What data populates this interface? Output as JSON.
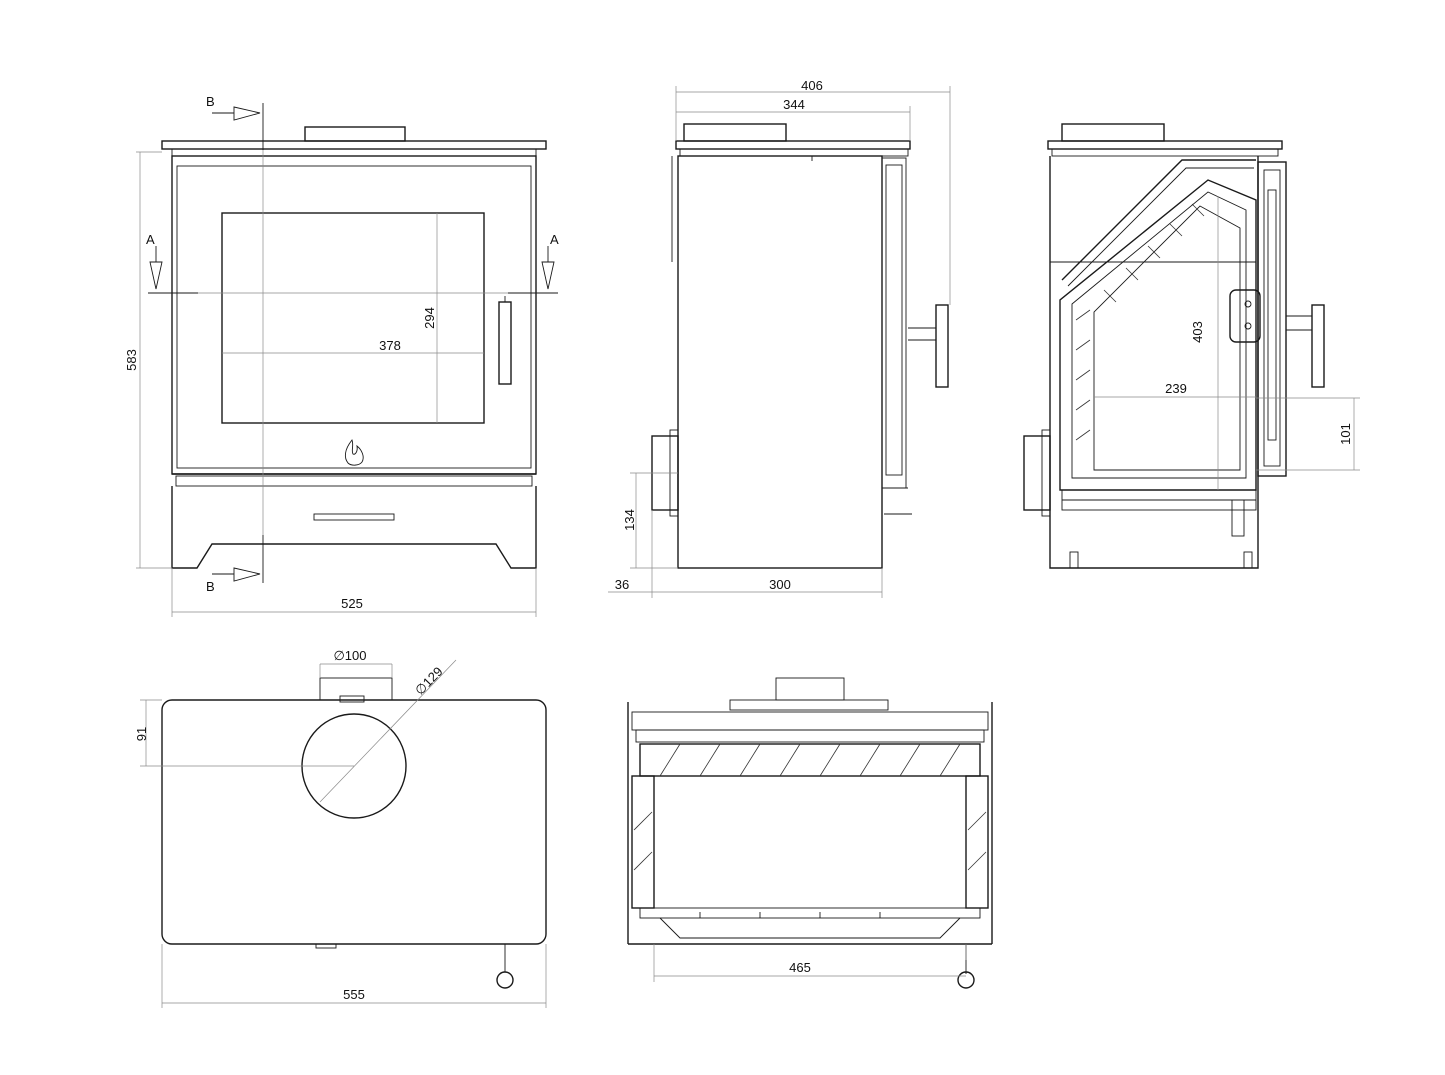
{
  "drawing": {
    "front_view": {
      "width": "525",
      "height": "583",
      "glass_width": "378",
      "glass_height": "294",
      "section_a": "A",
      "section_b": "B"
    },
    "side_view": {
      "overall_depth": "406",
      "top_depth": "344",
      "body_depth": "300",
      "offset": "36",
      "outlet_height": "134"
    },
    "section_view": {
      "firebox_height": "403",
      "firebox_depth": "239",
      "door_dim": "101"
    },
    "top_view": {
      "width": "555",
      "flue_offset": "91",
      "flue_collar_dia": "∅100",
      "flue_outer_dia": "∅129"
    },
    "rear_section": {
      "inner_width": "465"
    }
  }
}
